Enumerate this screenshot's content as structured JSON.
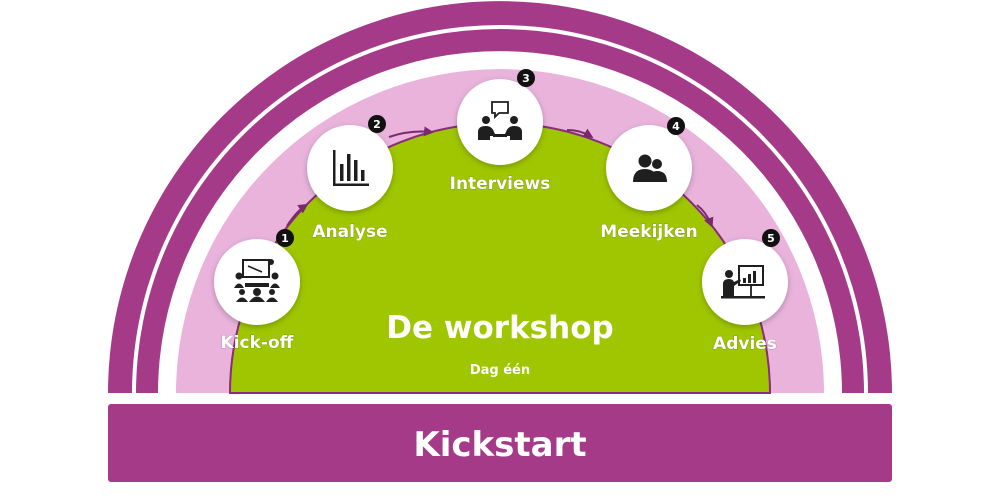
{
  "colors": {
    "outer_arch": "#a53a89",
    "pink_band": "#e9b3dc",
    "dome_green": "#9fc600",
    "dome_border": "#8a2c78",
    "banner": "#a53a89",
    "white": "#ffffff",
    "icon": "#1f1f1f"
  },
  "banner": {
    "title": "Kickstart"
  },
  "center": {
    "title": "De workshop",
    "subtitle": "Dag één"
  },
  "steps": [
    {
      "number": "1",
      "label": "Kick-off",
      "icon": "meeting-presentation-icon"
    },
    {
      "number": "2",
      "label": "Analyse",
      "icon": "bar-chart-icon"
    },
    {
      "number": "3",
      "label": "Interviews",
      "icon": "interview-conversation-icon"
    },
    {
      "number": "4",
      "label": "Meekijken",
      "icon": "users-icon"
    },
    {
      "number": "5",
      "label": "Advies",
      "icon": "presenter-chart-icon"
    }
  ]
}
